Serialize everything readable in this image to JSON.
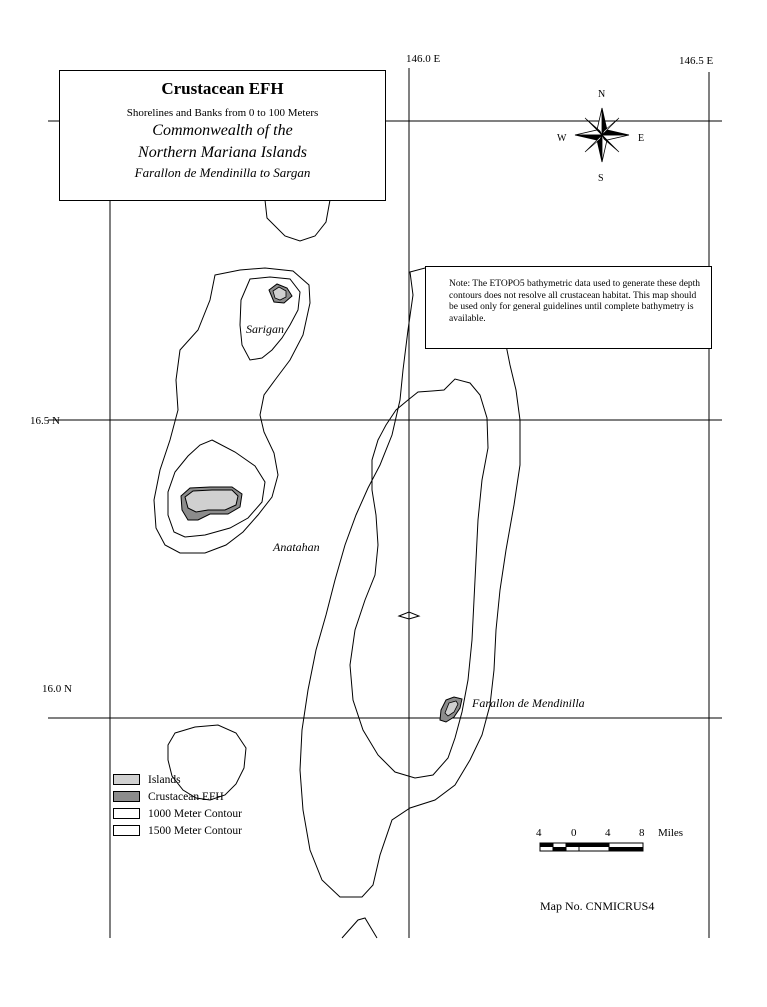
{
  "title": {
    "main": "Crustacean EFH",
    "subtitle": "Shorelines and Banks from 0 to 100 Meters",
    "region_line1": "Commonwealth of the",
    "region_line2": "Northern Mariana Islands",
    "extent": "Farallon de Mendinilla to Sargan"
  },
  "note": "Note:  The ETOPO5 bathymetric data used to generate these depth contours does not resolve all crustacean habitat.  This map should be used only for general guidelines until complete bathymetry is available.",
  "graticule": {
    "lon_labels": [
      "146.0 E",
      "146.5 E"
    ],
    "lat_labels": [
      "16.5 N",
      "16.0 N"
    ]
  },
  "places": {
    "sarigan": "Sarigan",
    "anatahan": "Anatahan",
    "farallon": "Farallon de Mendinilla"
  },
  "compass": {
    "n": "N",
    "s": "S",
    "e": "E",
    "w": "W"
  },
  "legend": [
    {
      "label": "Islands",
      "color": "#d0d0d0"
    },
    {
      "label": "Crustacean EFH",
      "color": "#8c8c8c"
    },
    {
      "label": "1000 Meter Contour",
      "color": "#ffffff"
    },
    {
      "label": "1500 Meter Contour",
      "color": "#ffffff"
    }
  ],
  "scale_bar": {
    "ticks": [
      "4",
      "0",
      "4",
      "8"
    ],
    "unit": "Miles"
  },
  "map_number": "Map No. CNMICRUS4",
  "colors": {
    "island": "#d0d0d0",
    "efh": "#8c8c8c",
    "line": "#000000"
  }
}
